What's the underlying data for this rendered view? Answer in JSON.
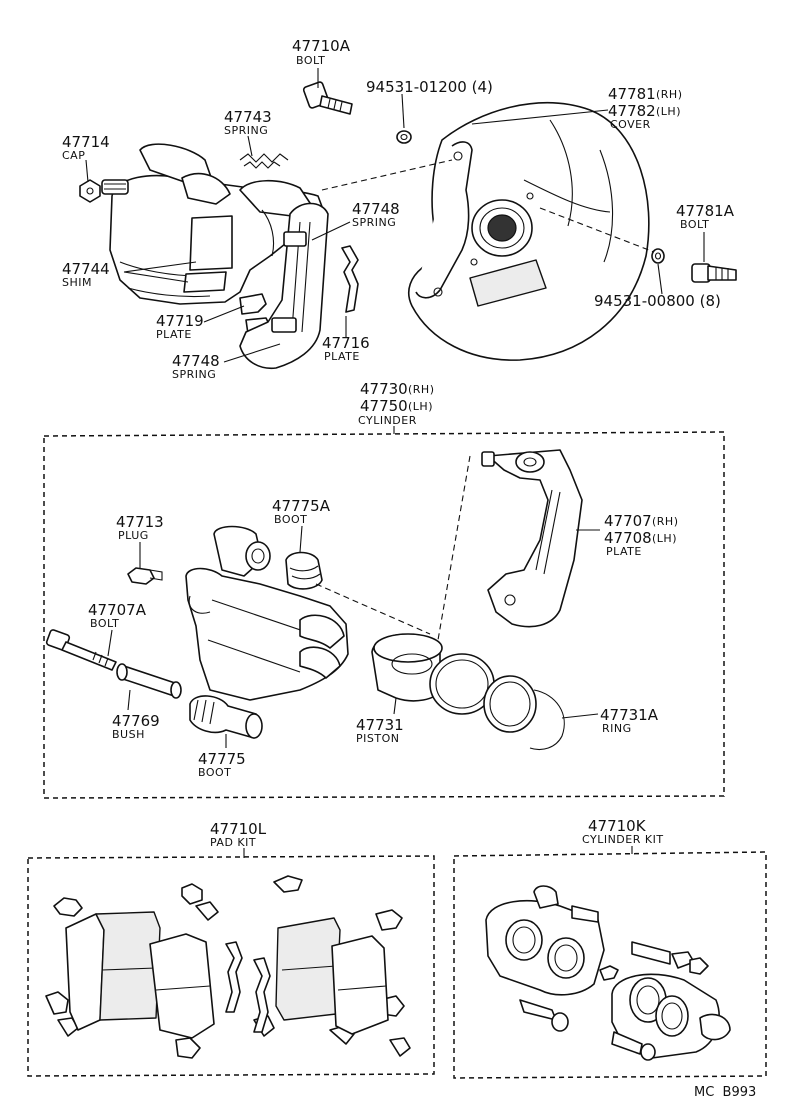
{
  "labels": {
    "l47710A": {
      "pn": "47710A",
      "name": "BOLT"
    },
    "l47743": {
      "pn": "47743",
      "name": "SPRING"
    },
    "l94531_01200": {
      "pn": "94531-01200 (4)"
    },
    "l47781": {
      "pn_rh": "47781",
      "rh": "(RH)",
      "pn_lh": "47782",
      "lh": "(LH)",
      "name": "COVER"
    },
    "l47714": {
      "pn": "47714",
      "name": "CAP"
    },
    "l47748a": {
      "pn": "47748",
      "name": "SPRING"
    },
    "l47781A": {
      "pn": "47781A",
      "name": "BOLT"
    },
    "l47744": {
      "pn": "47744",
      "name": "SHIM"
    },
    "l94531_00800": {
      "pn": "94531-00800 (8)"
    },
    "l47719": {
      "pn": "47719",
      "name": "PLATE"
    },
    "l47716": {
      "pn": "47716",
      "name": "PLATE"
    },
    "l47748b": {
      "pn": "47748",
      "name": "SPRING"
    },
    "l47730": {
      "pn_rh": "47730",
      "rh": "(RH)",
      "pn_lh": "47750",
      "lh": "(LH)",
      "name": "CYLINDER"
    },
    "l47775A": {
      "pn": "47775A",
      "name": "BOOT"
    },
    "l47713": {
      "pn": "47713",
      "name": "PLUG"
    },
    "l47707": {
      "pn_rh": "47707",
      "rh": "(RH)",
      "pn_lh": "47708",
      "lh": "(LH)",
      "name": "PLATE"
    },
    "l47707A": {
      "pn": "47707A",
      "name": "BOLT"
    },
    "l47769": {
      "pn": "47769",
      "name": "BUSH"
    },
    "l47731": {
      "pn": "47731",
      "name": "PISTON"
    },
    "l47731A": {
      "pn": "47731A",
      "name": "RING"
    },
    "l47775": {
      "pn": "47775",
      "name": "BOOT"
    },
    "l47710L": {
      "pn": "47710L",
      "name": "PAD KIT"
    },
    "l47710K": {
      "pn": "47710K",
      "name": "CYLINDER KIT"
    }
  },
  "figure_code": "MC  B993"
}
